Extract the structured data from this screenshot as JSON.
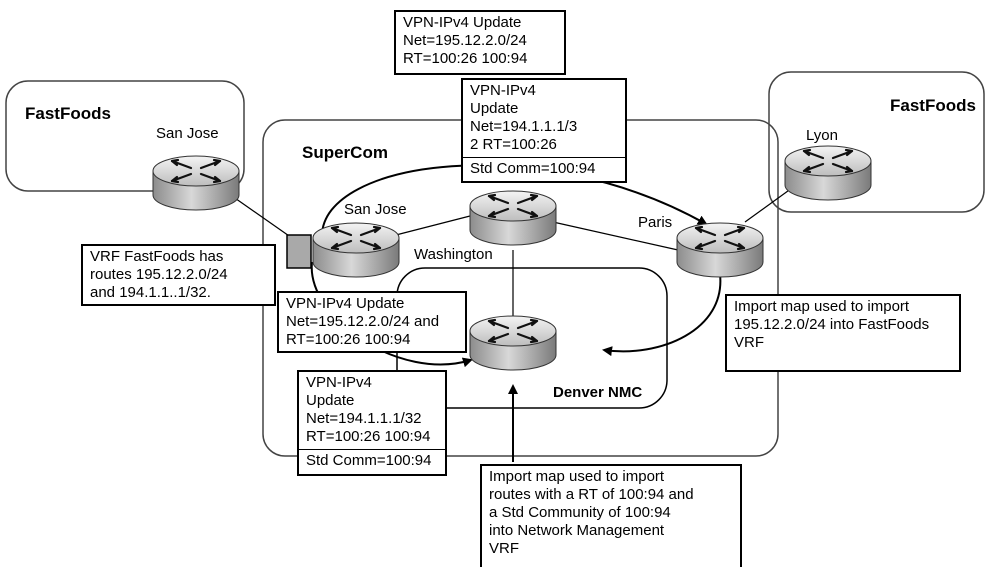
{
  "sites": {
    "left_customer": "FastFoods",
    "right_customer": "FastFoods",
    "provider": "SuperCom"
  },
  "routers": {
    "ce_san_jose": "San Jose",
    "pe_san_jose": "San Jose",
    "washington": "Washington",
    "paris": "Paris",
    "lyon": "Lyon",
    "denver": "Denver NMC"
  },
  "callouts": {
    "top_update": [
      "VPN-IPv4 Update",
      "Net=195.12.2.0/24",
      "RT=100:26 100:94"
    ],
    "center_update": [
      "VPN-IPv4",
      "Update",
      "Net=194.1.1.1/3",
      "2 RT=100:26"
    ],
    "center_update_std": "Std Comm=100:94",
    "vrf_fastfoods": [
      "VRF FastFoods has",
      "routes 195.12.2.0/24",
      "and 194.1.1..1/32."
    ],
    "mid_update": [
      "VPN-IPv4 Update",
      "Net=195.12.2.0/24 and",
      "RT=100:26 100:94"
    ],
    "lower_update": [
      "VPN-IPv4",
      "Update",
      "Net=194.1.1.1/32",
      "RT=100:26   100:94"
    ],
    "lower_update_std": "Std Comm=100:94",
    "import_fastfoods": [
      "Import map used to import",
      "195.12.2.0/24 into FastFoods",
      "VRF"
    ],
    "import_nms": [
      "Import map used to import",
      "routes with a RT of 100:94 and",
      "a Std Community of 100:94",
      "into Network Management",
      "VRF"
    ]
  }
}
